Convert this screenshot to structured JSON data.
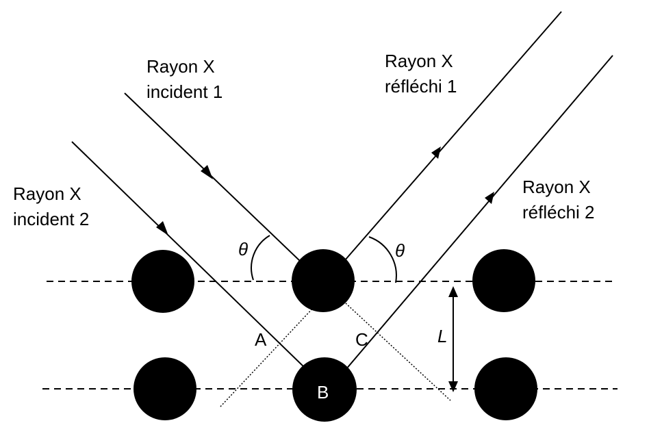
{
  "title": "Diffraction de Bragg",
  "labels": {
    "incident1": [
      "Rayon X",
      "incident 1"
    ],
    "incident2": [
      "Rayon X",
      "incident 2"
    ],
    "reflected1": [
      "Rayon X",
      "réfléchi 1"
    ],
    "reflected2": [
      "Rayon X",
      "réfléchi 2"
    ],
    "angle_left": "θ",
    "angle_right": "θ",
    "point_a": "A",
    "point_b": "B",
    "point_c": "C",
    "spacing": "L"
  },
  "lattice": {
    "rows": 2,
    "columns": 3,
    "atom_color": "#000000",
    "label_color": "#ffffff"
  }
}
